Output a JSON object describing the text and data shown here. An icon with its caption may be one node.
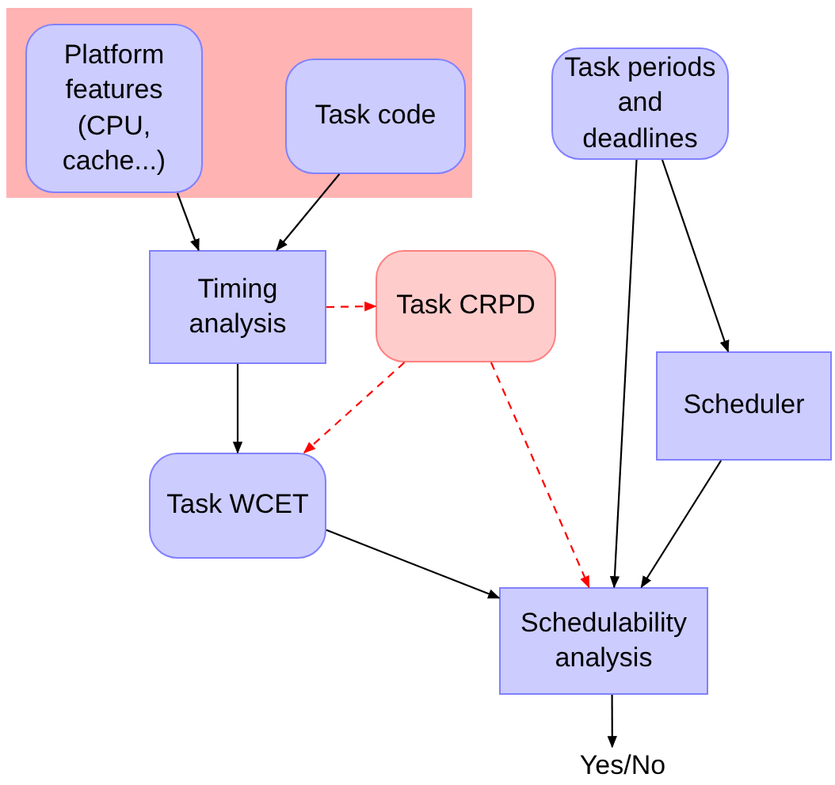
{
  "diagram": {
    "nodes": [
      {
        "text": [],
        "shape": "box"
      },
      {
        "text": [
          "Platform features (CPU, cache...)"
        ],
        "in": 0
      },
      {
        "text": [
          "Task code"
        ],
        "in": 0
      },
      {
        "text": [
          "Task periods and deadlines"
        ]
      },
      {
        "text": [
          "Timing analysis"
        ]
      },
      {
        "text": [
          "Task CRPD"
        ]
      },
      {
        "text": [
          "Scheduler"
        ]
      },
      {
        "text": [
          "Task WCET"
        ]
      },
      {
        "text": [
          "Schedulability analysis"
        ]
      },
      {
        "text": [
          "Yes/No"
        ]
      }
    ],
    "edges": [
      {
        "from": 1,
        "to": 4,
        "arrow": "to"
      },
      {
        "from": 2,
        "to": 4,
        "arrow": "to"
      },
      {
        "from": 4,
        "to": 5,
        "arrow": "to",
        "style": "dashed",
        "color": "#ff0000"
      },
      {
        "from": 4,
        "to": 7,
        "arrow": "to"
      },
      {
        "from": 5,
        "to": 7,
        "arrow": "to",
        "style": "dashed",
        "color": "#ff0000"
      },
      {
        "from": 5,
        "to": 8,
        "arrow": "to",
        "style": "dashed",
        "color": "#ff0000"
      },
      {
        "from": 3,
        "to": 8,
        "arrow": "to"
      },
      {
        "from": 3,
        "to": 6,
        "arrow": "to"
      },
      {
        "from": 6,
        "to": 8,
        "arrow": "to"
      },
      {
        "from": 7,
        "to": 8,
        "arrow": "to"
      },
      {
        "from": 8,
        "to": 9,
        "arrow": "to"
      }
    ]
  }
}
